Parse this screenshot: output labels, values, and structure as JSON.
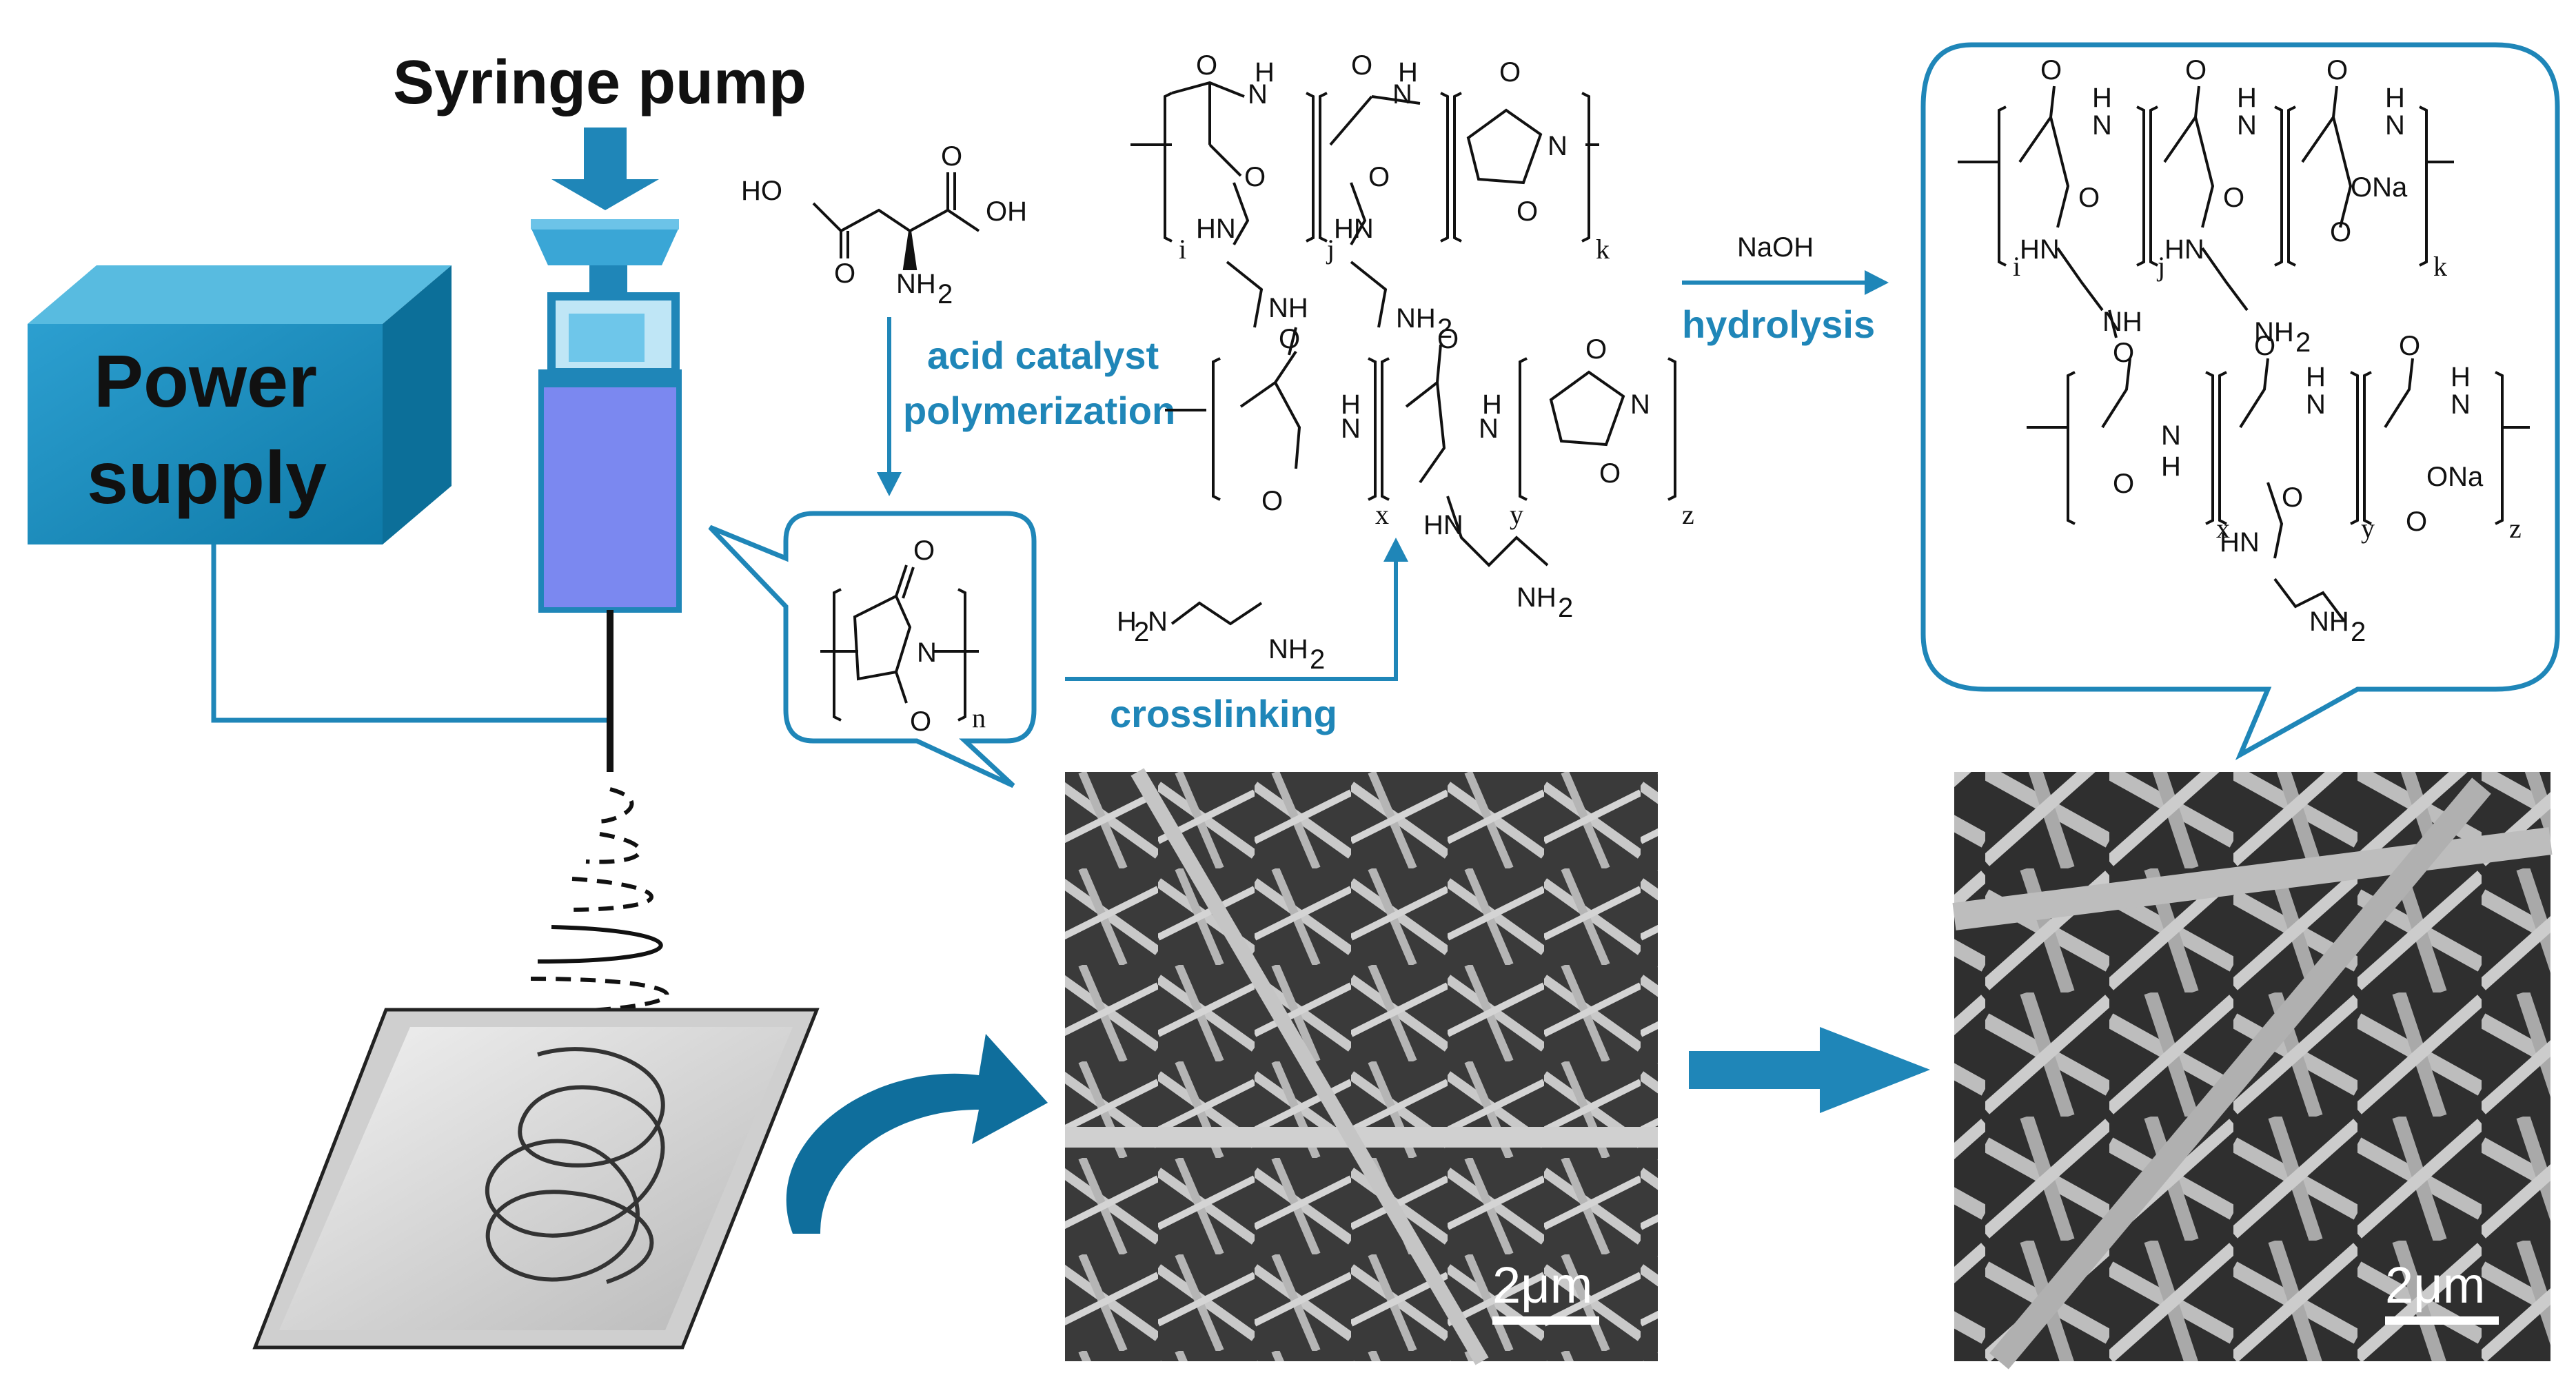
{
  "labels": {
    "syringe_pump": "Syringe pump",
    "power_supply_line1": "Power",
    "power_supply_line2": "supply",
    "acid_catalyst_line1": "acid catalyst",
    "acid_catalyst_line2": "polymerization",
    "crosslinking": "crosslinking",
    "naoh": "NaOH",
    "hydrolysis": "hydrolysis",
    "scale_bar_1": "2μm",
    "scale_bar_2": "2μm"
  },
  "chem": {
    "ho": "HO",
    "oh": "OH",
    "o": "O",
    "nh2": "NH",
    "n": "N",
    "h": "H",
    "nh": "NH",
    "hn": "HN",
    "h2n": "H",
    "ona": "ONa",
    "two": "2",
    "sub_n": "n",
    "sub_i": "i",
    "sub_j": "j",
    "sub_k": "k",
    "sub_x": "x",
    "sub_y": "y",
    "sub_z": "z"
  },
  "colors": {
    "accent": "#1f86b8",
    "dark_blue": "#0d6b99",
    "syringe_body": "#7b88f0",
    "power_box": "#1a8ab5"
  }
}
